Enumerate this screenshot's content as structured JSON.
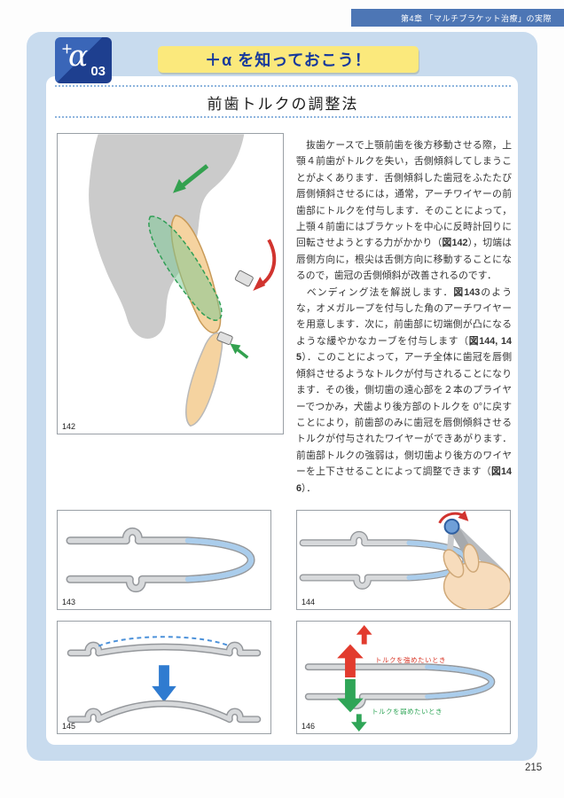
{
  "header": {
    "chapter": "第4章 「マルチブラケット治療」の実際"
  },
  "badge": {
    "plus": "＋",
    "alpha": "α",
    "number": "03"
  },
  "banner": {
    "title": "＋α を知っておこう！"
  },
  "section": {
    "title": "前歯トルクの調整法"
  },
  "body": {
    "para1": [
      {
        "t": "　抜歯ケースで上顎前歯を後方移動させる際，上顎４前歯がトルクを失い，舌側傾斜してしまうことがよくあります．舌側傾斜した歯冠をふたたび唇側傾斜させるには，通常，アーチワイヤーの前歯部にトルクを付与します．そのことによって，上顎４前歯にはブラケットを中心に反時計回りに回転させようとする力がかかり（"
      },
      {
        "t": "図142"
      },
      {
        "t": "），切端は唇側方向に，根尖は舌側方向に移動することになるので，歯冠の舌側傾斜が改善されるのです．"
      }
    ],
    "para2": [
      {
        "t": "　ベンディング法を解説します．"
      },
      {
        "t": "図143"
      },
      {
        "t": "のような，オメガループを付与した角のアーチワイヤーを用意します．次に，前歯部に切端側が凸になるような緩やかなカーブを付与します（"
      },
      {
        "t": "図144, 145"
      },
      {
        "t": "）．このことによって，アーチ全体に歯冠を唇側傾斜させるようなトルクが付与されることになります．その後，側切歯の遠心部を２本のプライヤーでつかみ，犬歯より後方部のトルクを 0°に戻すことにより，前歯部のみに歯冠を唇側傾斜させるトルクが付与されたワイヤーができあがります．前歯部トルクの強弱は，側切歯より後方のワイヤーを上下させることによって調整できます（"
      },
      {
        "t": "図146"
      },
      {
        "t": "）．"
      }
    ]
  },
  "figures": {
    "fig142": {
      "label": "142"
    },
    "fig143": {
      "label": "143"
    },
    "fig144": {
      "label": "144"
    },
    "fig145": {
      "label": "145"
    },
    "fig146": {
      "label": "146",
      "strengthen_label": "トルクを強めたいとき",
      "weaken_label": "トルクを弱めたいとき"
    }
  },
  "footer": {
    "page_number": "215"
  }
}
